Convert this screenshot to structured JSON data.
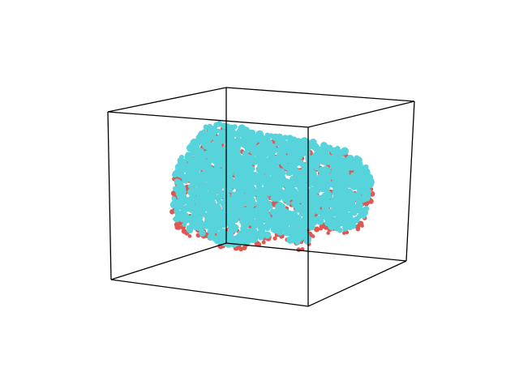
{
  "scene": {
    "type": "3d-point-cloud",
    "background_color": "#ffffff",
    "box_color": "#000000",
    "series": [
      {
        "role": "back-layer",
        "color": "#e0574f"
      },
      {
        "role": "front-layer",
        "color": "#57d3db"
      }
    ]
  }
}
